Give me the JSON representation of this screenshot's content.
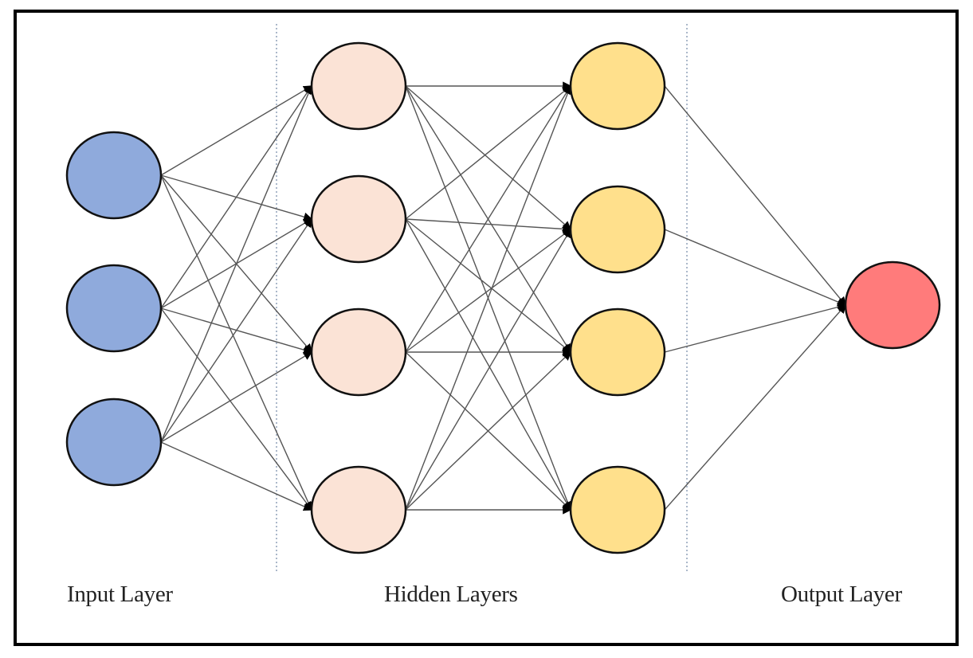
{
  "diagram": {
    "title": "Feed-forward neural network",
    "layers": [
      {
        "id": "input",
        "label": "Input Layer",
        "node_count": 3,
        "color": "#8faadc"
      },
      {
        "id": "hidden1",
        "label": "Hidden Layers",
        "node_count": 4,
        "color": "#fbe3d6"
      },
      {
        "id": "hidden2",
        "label": "Hidden Layers",
        "node_count": 4,
        "color": "#ffe08c"
      },
      {
        "id": "output",
        "label": "Output Layer",
        "node_count": 1,
        "color": "#ff7b7b"
      }
    ],
    "labels": {
      "input": "Input Layer",
      "hidden": "Hidden Layers",
      "output": "Output Layer"
    },
    "connectivity": "fully-connected",
    "edge_color": "#555555",
    "separator_color": "#8fa0b8"
  }
}
